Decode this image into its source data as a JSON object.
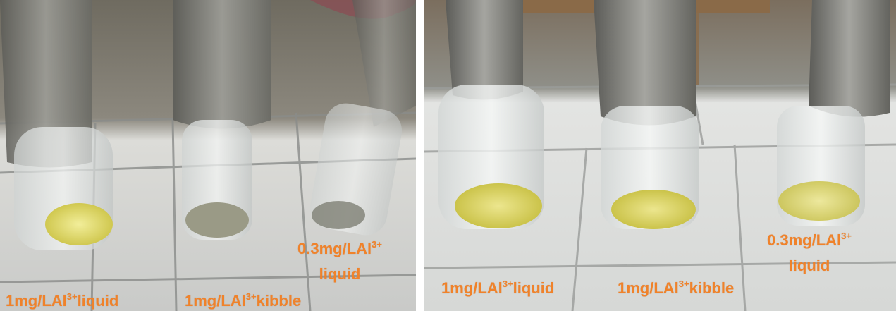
{
  "panels": [
    {
      "name": "left",
      "labels": [
        {
          "pre": "1mg/LAl",
          "sup": "3+",
          "post": "liquid"
        },
        {
          "pre": "1mg/LAl",
          "sup": "3+",
          "post": "kibble"
        },
        {
          "pre": "0.3mg/LAl",
          "sup": "3+",
          "line2": "liquid"
        }
      ]
    },
    {
      "name": "right",
      "labels": [
        {
          "pre": "1mg/LAl",
          "sup": "3+",
          "post": "liquid"
        },
        {
          "pre": "1mg/LAl",
          "sup": "3+",
          "post": "kibble"
        },
        {
          "pre": "0.3mg/LAl",
          "sup": "3+",
          "line2": "liquid"
        }
      ]
    }
  ],
  "colors": {
    "label_text": "#f0822a",
    "liquid_yellow": "#d9d45a",
    "liquid_grey": "#9a9a86"
  }
}
